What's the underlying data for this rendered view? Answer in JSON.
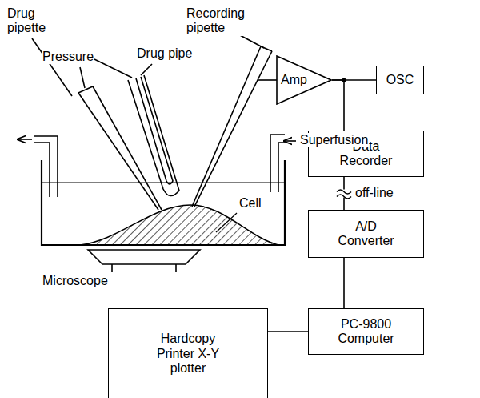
{
  "diagram": {
    "nodes": [
      {
        "text": [
          "Amp"
        ]
      },
      {
        "text": [
          "OSC"
        ]
      },
      {
        "text": [
          "Data Recorder"
        ]
      },
      {
        "text": [
          "A/D Converter"
        ]
      },
      {
        "text": [
          "Hardcopy Printer X-Y plotter"
        ]
      },
      {
        "text": [
          "PC-9800 Computer"
        ]
      }
    ],
    "edges": [
      {
        "from": 0,
        "to": 1,
        "arrow": "none"
      },
      {
        "from": 0,
        "to": 2,
        "arrow": "none"
      },
      {
        "from": 2,
        "to": 3,
        "label": "off-line",
        "arrow": "none"
      },
      {
        "from": 3,
        "to": 5,
        "arrow": "none"
      },
      {
        "from": 5,
        "to": 4,
        "arrow": "none"
      }
    ],
    "labels": [
      "Drug pipette",
      "Pressure",
      "Drug pipe",
      "Recording pipette",
      "Superfusion",
      "Cell",
      "Microscope"
    ]
  }
}
